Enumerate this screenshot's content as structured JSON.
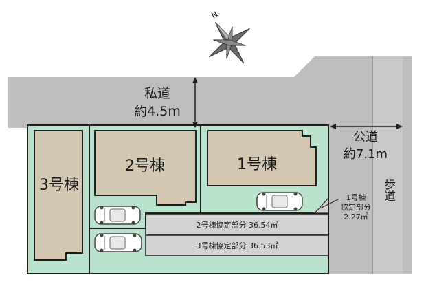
{
  "compass": {
    "north_letter": "N"
  },
  "roads": {
    "private_road": {
      "name": "私道",
      "width": "約4.5m"
    },
    "public_road": {
      "name": "公道",
      "width": "約7.1m"
    },
    "sidewalk": {
      "name": "歩道"
    }
  },
  "buildings": [
    {
      "id": "1",
      "label": "1号棟"
    },
    {
      "id": "2",
      "label": "2号棟"
    },
    {
      "id": "3",
      "label": "3号棟"
    }
  ],
  "agreement_areas": {
    "building1": {
      "line1": "1号棟",
      "line2": "協定部分",
      "area": "2.27㎡"
    },
    "building2": {
      "text": "2号棟協定部分 36.54㎡"
    },
    "building3": {
      "text": "3号棟協定部分 36.53㎡"
    }
  },
  "colors": {
    "road": "#bdbdbd",
    "lot": "#b9e3cc",
    "building": "#d3c7b1",
    "outline": "#1f1f1f",
    "shared_strip": "#d2d2d2"
  }
}
